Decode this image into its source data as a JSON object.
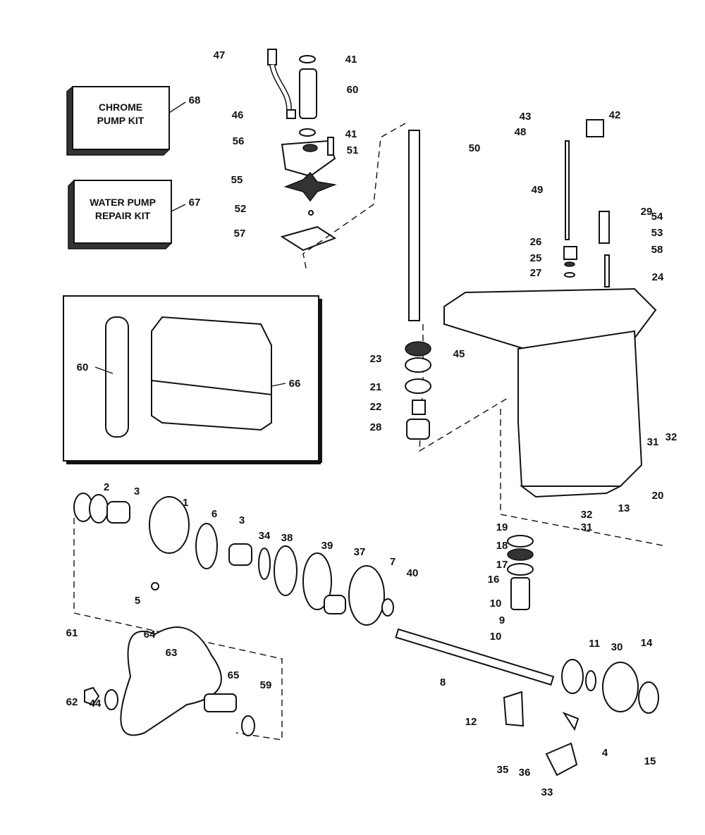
{
  "kits": {
    "chrome_pump_kit": {
      "lines": [
        "CHROME",
        "PUMP KIT"
      ],
      "callout": "68"
    },
    "water_pump_repair_kit": {
      "lines": [
        "WATER PUMP",
        "REPAIR KIT"
      ],
      "callout": "67"
    }
  },
  "inset": {
    "callouts": [
      "60",
      "66"
    ]
  },
  "callouts": [
    "47",
    "41",
    "60",
    "46",
    "41",
    "51",
    "56",
    "55",
    "52",
    "57",
    "50",
    "43",
    "42",
    "48",
    "49",
    "29",
    "54",
    "53",
    "58",
    "26",
    "25",
    "27",
    "24",
    "23",
    "45",
    "21",
    "22",
    "28",
    "31",
    "32",
    "20",
    "13",
    "32",
    "31",
    "2",
    "3",
    "1",
    "6",
    "3",
    "34",
    "38",
    "39",
    "37",
    "7",
    "40",
    "19",
    "18",
    "17",
    "16",
    "5",
    "10",
    "9",
    "10",
    "61",
    "64",
    "63",
    "65",
    "59",
    "8",
    "11",
    "30",
    "14",
    "62",
    "44",
    "12",
    "4",
    "15",
    "35",
    "36",
    "33"
  ]
}
